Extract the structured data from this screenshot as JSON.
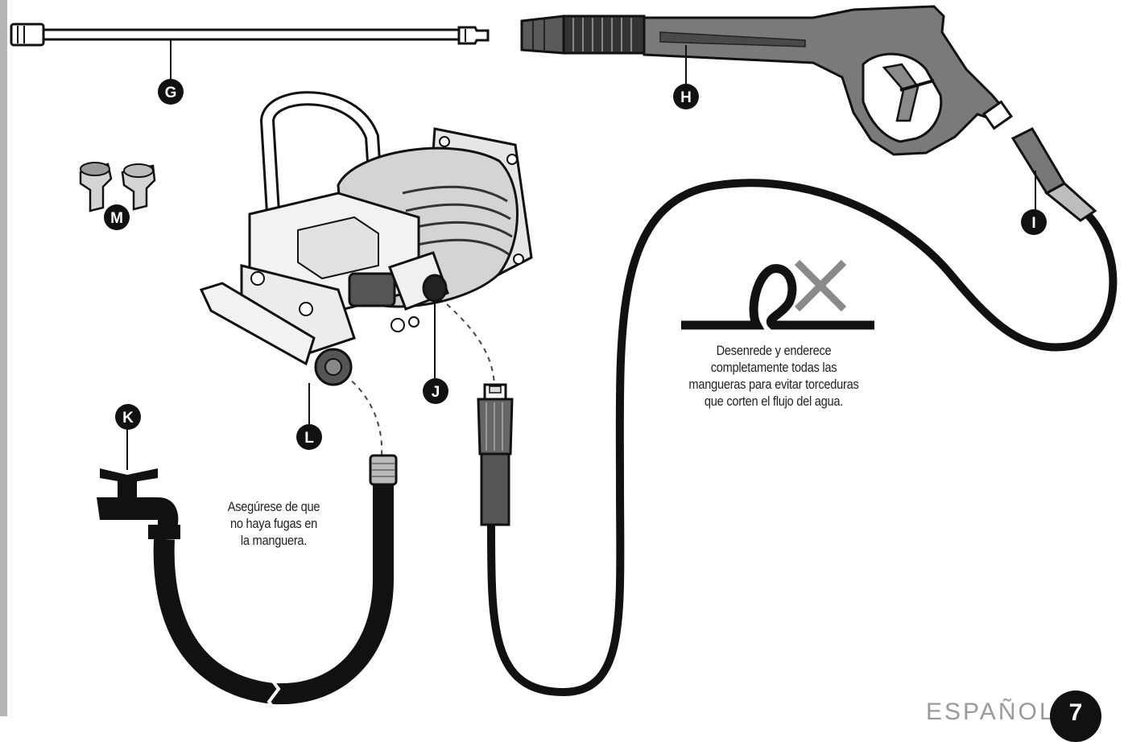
{
  "labels": {
    "g": "G",
    "h": "H",
    "i": "I",
    "j": "J",
    "k": "K",
    "l": "L",
    "m": "M"
  },
  "captions": {
    "hose_kink": [
      "Desenrede y enderece",
      "completamente todas las",
      "mangueras para evitar torceduras",
      "que corten el flujo del agua."
    ],
    "leak": [
      "Asegúrese de que",
      "no haya fugas en",
      "la manguera."
    ]
  },
  "footer": {
    "language": "ESPAÑOL",
    "page_number": "7"
  },
  "colors": {
    "ink": "#111111",
    "part_gray": "#6f6f6f",
    "light_gray": "#d9d9d9",
    "x_mark": "#8a8a8a",
    "left_bar": "#b5b5b5"
  }
}
